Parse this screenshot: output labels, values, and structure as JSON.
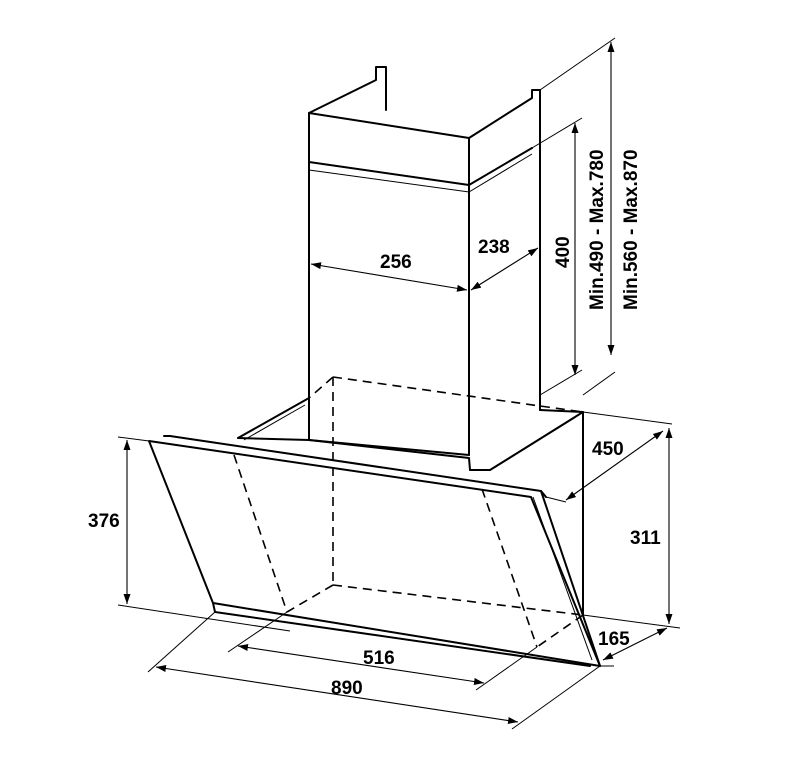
{
  "dimensions": {
    "chimney_width": "256",
    "chimney_depth": "238",
    "chimney_height": "400",
    "range_lower": "Min.490 - Max.780",
    "range_upper": "Min.560 - Max.870",
    "depth_total": "450",
    "body_height": "311",
    "panel_height": "376",
    "base_depth": "165",
    "inner_width": "516",
    "total_width": "890"
  },
  "colors": {
    "line": "#000000",
    "background": "#ffffff"
  }
}
